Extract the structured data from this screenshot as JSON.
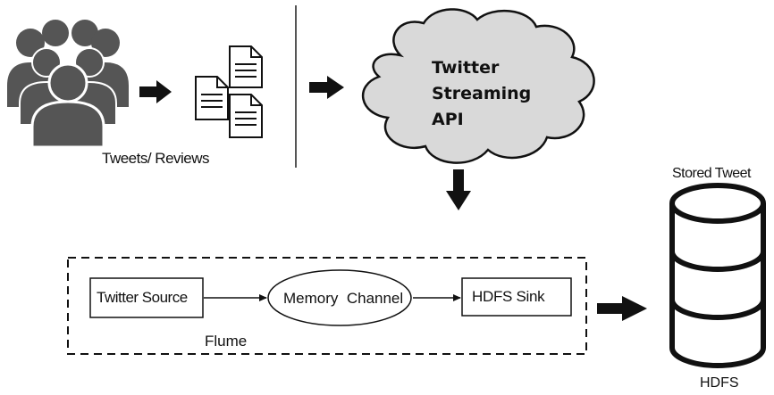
{
  "source": {
    "caption": "Tweets/ Reviews"
  },
  "api": {
    "lines": [
      "Twitter",
      "Streaming",
      "API"
    ]
  },
  "flume": {
    "label": "Flume",
    "nodes": {
      "source": "Twitter Source",
      "channel": "Memory  Channel",
      "sink": "HDFS Sink"
    }
  },
  "storage": {
    "top_label": "Stored Tweet",
    "bottom_label": "HDFS"
  },
  "colors": {
    "stroke": "#111111",
    "people_fill": "#555555",
    "background": "#ffffff"
  },
  "icons": [
    "people-group-icon",
    "documents-icon",
    "cloud-icon",
    "database-icon",
    "arrow-icon"
  ]
}
